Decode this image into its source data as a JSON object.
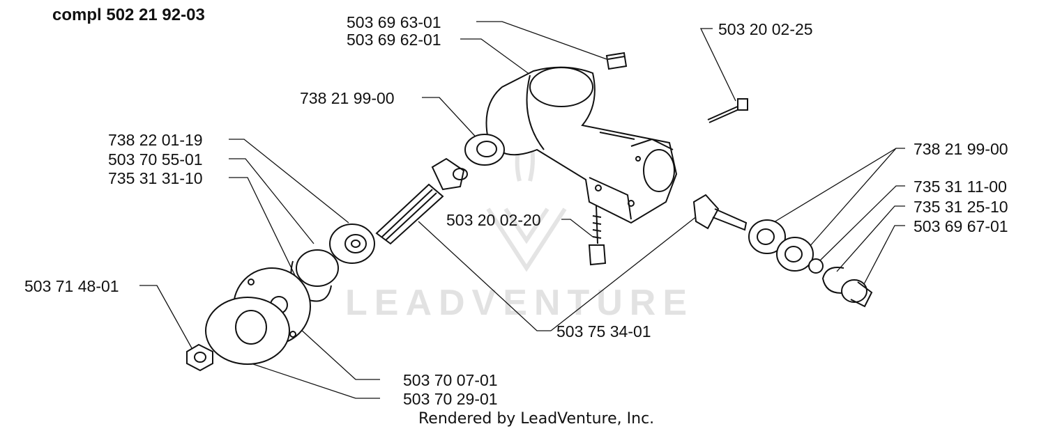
{
  "title": "compl 502 21 92-03",
  "footer": "Rendered by LeadVenture, Inc.",
  "watermark": "LEADVENTURE",
  "labels": {
    "p_503696301": "503 69 63-01",
    "p_503696201": "503 69 62-01",
    "p_503200225": "503 20 02-25",
    "p_738219900_left": "738 21 99-00",
    "p_738220119": "738 22 01-19",
    "p_503705501": "503 70 55-01",
    "p_735313110": "735 31 31-10",
    "p_738219900_right": "738 21 99-00",
    "p_735311100": "735 31 11-00",
    "p_735312510": "735 31 25-10",
    "p_503696701": "503 69 67-01",
    "p_503200220": "503 20 02-20",
    "p_503714801": "503 71 48-01",
    "p_503753401": "503 75 34-01",
    "p_503700701": "503 70 07-01",
    "p_503702901": "503 70 29-01"
  }
}
